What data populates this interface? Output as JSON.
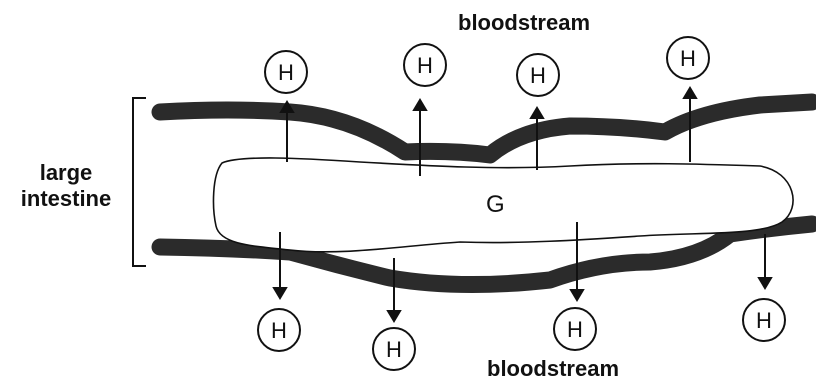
{
  "labels": {
    "top_region": "bloodstream",
    "bottom_region": "bloodstream",
    "organ_line1": "large",
    "organ_line2": "intestine",
    "contents": "G",
    "particle": "H"
  },
  "colors": {
    "wall": "#2b2b2b",
    "ink": "#111111",
    "background": "#ffffff"
  }
}
